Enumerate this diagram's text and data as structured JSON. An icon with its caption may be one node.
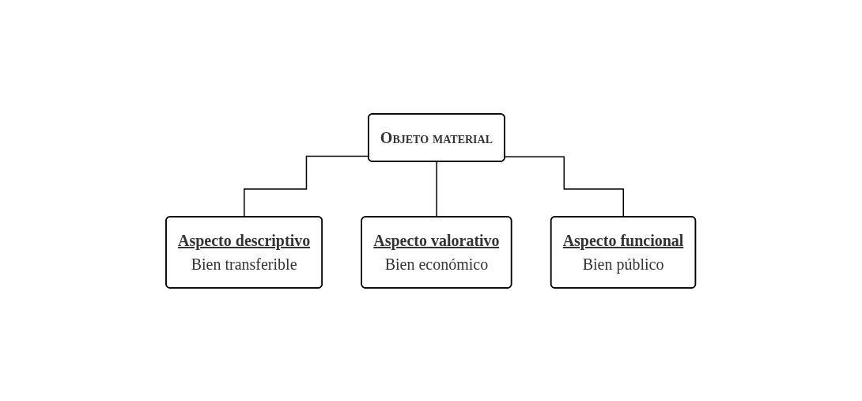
{
  "diagram": {
    "nodes": [
      {
        "text": [
          "Objeto material"
        ]
      },
      {
        "text": [
          "Aspecto descriptivo",
          "Bien transferible"
        ]
      },
      {
        "text": [
          "Aspecto valorativo",
          "Bien económico"
        ]
      },
      {
        "text": [
          "Aspecto funcional",
          "Bien público"
        ]
      }
    ],
    "edges": [
      {
        "from": 0,
        "to": 1,
        "arrow": "none"
      },
      {
        "from": 0,
        "to": 2,
        "arrow": "none"
      },
      {
        "from": 0,
        "to": 3,
        "arrow": "none"
      }
    ]
  }
}
